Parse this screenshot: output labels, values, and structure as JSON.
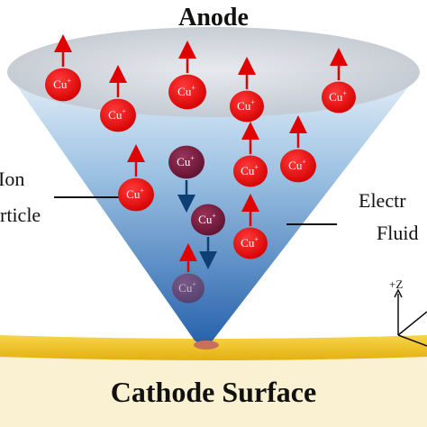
{
  "title": "Anode",
  "cathode_label": "Cathode Surface",
  "left_labels": [
    "Ion",
    "Particle"
  ],
  "right_labels": [
    "Electr",
    "Fluid"
  ],
  "axis_label": "+Z",
  "ion_symbol": "Cu",
  "ion_charge": "+",
  "colors": {
    "ion": "#e8000b",
    "ion_dark": "#7a1a3a",
    "arrow_up": "#e00000",
    "arrow_down": "#0d3f73",
    "cathode": "#f2c21a",
    "cone_top": "#c7ddee",
    "cone_bottom": "#1c5aa8"
  },
  "ions": [
    {
      "kind": "cation",
      "direction": "up"
    },
    {
      "kind": "cation",
      "direction": "up"
    },
    {
      "kind": "cation",
      "direction": "up"
    },
    {
      "kind": "cation",
      "direction": "up"
    },
    {
      "kind": "cation",
      "direction": "up"
    },
    {
      "kind": "cation",
      "direction": "up"
    },
    {
      "kind": "cation",
      "direction": "up"
    },
    {
      "kind": "cation",
      "direction": "up"
    },
    {
      "kind": "cation",
      "direction": "up"
    },
    {
      "kind": "cation",
      "direction": "up"
    },
    {
      "kind": "cation",
      "direction": "up"
    },
    {
      "kind": "cation",
      "direction": "up"
    },
    {
      "kind": "cation",
      "direction": "up"
    },
    {
      "kind": "reduced",
      "direction": "down"
    },
    {
      "kind": "reduced",
      "direction": "down"
    },
    {
      "kind": "reduced",
      "direction": "none"
    }
  ]
}
